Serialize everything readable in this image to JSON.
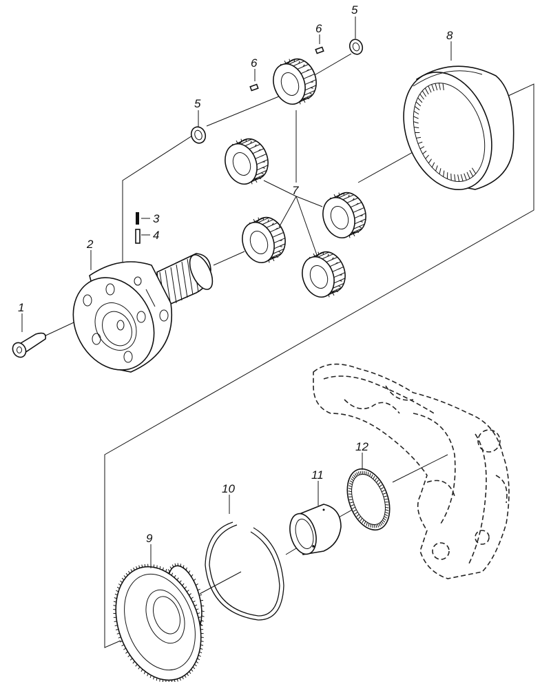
{
  "callouts": [
    {
      "id": "c1",
      "label": "1"
    },
    {
      "id": "c2",
      "label": "2"
    },
    {
      "id": "c3",
      "label": "3"
    },
    {
      "id": "c4",
      "label": "4"
    },
    {
      "id": "c5a",
      "label": "5"
    },
    {
      "id": "c5b",
      "label": "5"
    },
    {
      "id": "c6a",
      "label": "6"
    },
    {
      "id": "c6b",
      "label": "6"
    },
    {
      "id": "c7",
      "label": "7"
    },
    {
      "id": "c8",
      "label": "8"
    },
    {
      "id": "c9",
      "label": "9"
    },
    {
      "id": "c10",
      "label": "10"
    },
    {
      "id": "c11",
      "label": "11"
    },
    {
      "id": "c12",
      "label": "12"
    }
  ],
  "colors": {
    "ink": "#111111",
    "paper": "#ffffff"
  }
}
